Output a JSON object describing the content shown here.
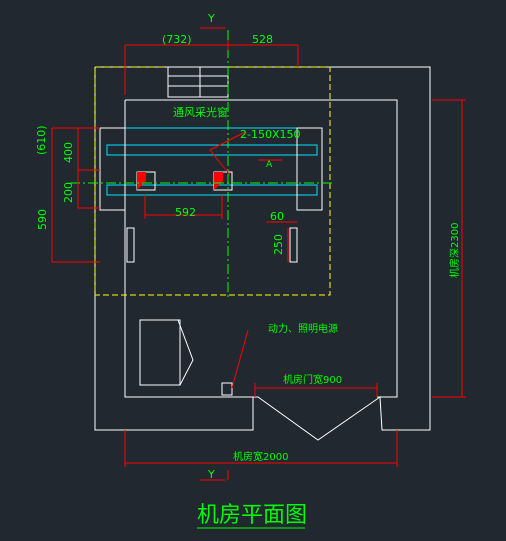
{
  "title": "机房平面图",
  "section_mark": "Y",
  "dimensions": {
    "top_left": "(732)",
    "top_right": "528",
    "left_outer": "(610)",
    "left_400": "400",
    "left_200": "200",
    "left_590": "590",
    "hole_spacing": "592",
    "small_60": "60",
    "small_250": "250",
    "room_depth": "机房深2300",
    "room_width": "机房宽2000",
    "door_width": "机房门宽900"
  },
  "labels": {
    "vent": "通风采光窗",
    "holes": "2-150X150",
    "power": "动力、照明电源",
    "a_mark": "A"
  },
  "colors": {
    "background": "#212830",
    "wall": "#ffffff",
    "dimension": "#ff0000",
    "text": "#00ff00",
    "hatch": "#ffff00",
    "beam": "#00e5ff",
    "opening": "#ff0000"
  }
}
